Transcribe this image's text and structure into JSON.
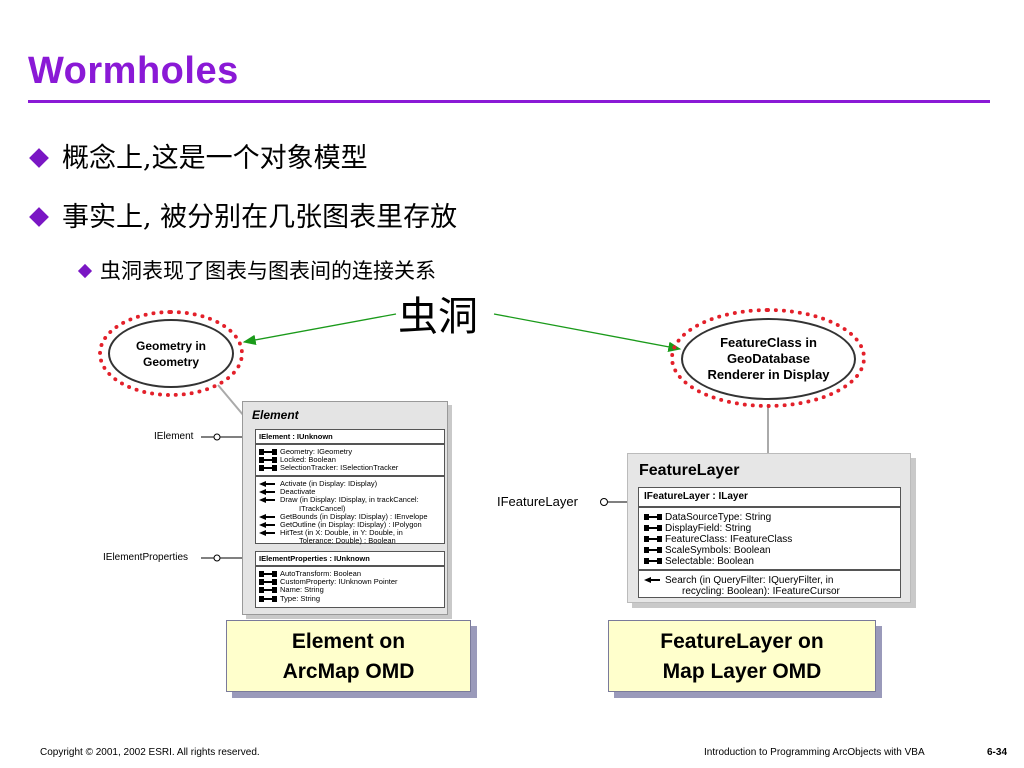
{
  "title": "Wormholes",
  "bullets": [
    "概念上,这是一个对象模型",
    "事实上, 被分别在几张图表里存放"
  ],
  "sub_bullet": "虫洞表现了图表与图表间的连接关系",
  "wormhole_label": "虫洞",
  "left_wormhole": {
    "line1": "Geometry in",
    "line2": "Geometry"
  },
  "right_wormhole": {
    "line1": "FeatureClass in",
    "line2": "GeoDatabase",
    "line3": "Renderer in Display"
  },
  "element_class": {
    "name": "Element",
    "interface_labels": [
      "IElement",
      "IElementProperties"
    ],
    "ielement_header": "IElement : IUnknown",
    "ielement_props": [
      "Geometry: IGeometry",
      "Locked: Boolean",
      "SelectionTracker: ISelectionTracker"
    ],
    "ielement_methods": [
      "Activate (in Display: IDisplay)",
      "Deactivate",
      "Draw (in Display: IDisplay, in trackCancel:",
      "ITrackCancel)",
      "GetBounds (in Display: IDisplay) : IEnvelope",
      "GetOutline (in Display: IDisplay) : IPolygon",
      "HitTest (in X: Double, in Y: Double, in",
      "Tolerance: Double) : Boolean"
    ],
    "iprops_header": "IElementProperties : IUnknown",
    "iprops_props": [
      "AutoTransform: Boolean",
      "CustomProperty: IUnknown Pointer",
      "Name: String",
      "Type: String"
    ]
  },
  "featurelayer_class": {
    "name": "FeatureLayer",
    "interface_label": "IFeatureLayer",
    "header": "IFeatureLayer : ILayer",
    "props": [
      "DataSourceType:  String",
      "DisplayField:  String",
      "FeatureClass:  IFeatureClass",
      "ScaleSymbols:  Boolean",
      "Selectable:  Boolean"
    ],
    "method_line1": "Search (in QueryFilter: IQueryFilter, in",
    "method_line2": "recycling: Boolean): IFeatureCursor"
  },
  "caption_left": {
    "line1": "Element on",
    "line2": "ArcMap OMD"
  },
  "caption_right": {
    "line1": "FeatureLayer on",
    "line2": "Map Layer OMD"
  },
  "footer": {
    "copyright": "Copyright © 2001, 2002 ESRI.  All rights reserved.",
    "course": "Introduction to Programming ArcObjects with VBA",
    "page": "6-34"
  },
  "colors": {
    "title": "#8a19d6",
    "bullet": "#7a16c4",
    "ring": "#e3202a",
    "connector": "#1a9a1a",
    "caption_bg": "#ffffcc"
  }
}
